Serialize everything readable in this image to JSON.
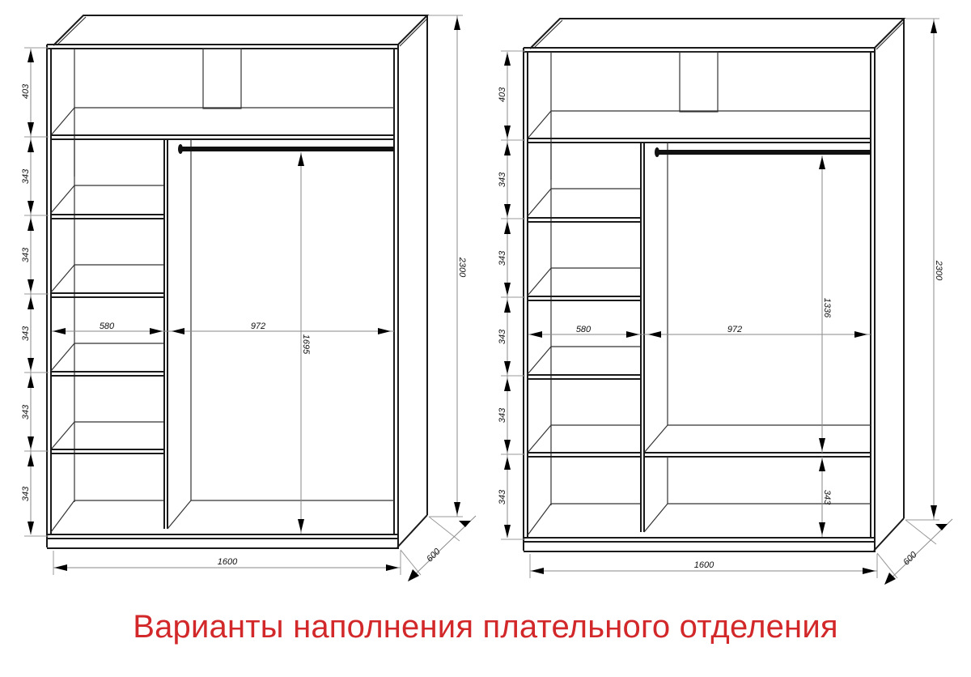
{
  "caption": "Варианты наполнения плательного отделения",
  "colors": {
    "caption": "#d2282a",
    "lines": "#1a1a1a",
    "dimension_lines": "#8a8a8a",
    "background": "#ffffff"
  },
  "wardrobes": [
    {
      "id": "variant-1",
      "width": "1600",
      "height": "2300",
      "depth": "600",
      "left_section_width": "580",
      "right_section_width": "972",
      "top_shelf_height": "403",
      "shelf_heights": [
        "343",
        "343",
        "343",
        "343",
        "343"
      ],
      "hanging_height": "1695"
    },
    {
      "id": "variant-2",
      "width": "1600",
      "height": "2300",
      "depth": "600",
      "left_section_width": "580",
      "right_section_width": "972",
      "top_shelf_height": "403",
      "shelf_heights": [
        "343",
        "343",
        "343",
        "343",
        "343"
      ],
      "hanging_height": "1336",
      "bottom_compartment_height": "343"
    }
  ]
}
